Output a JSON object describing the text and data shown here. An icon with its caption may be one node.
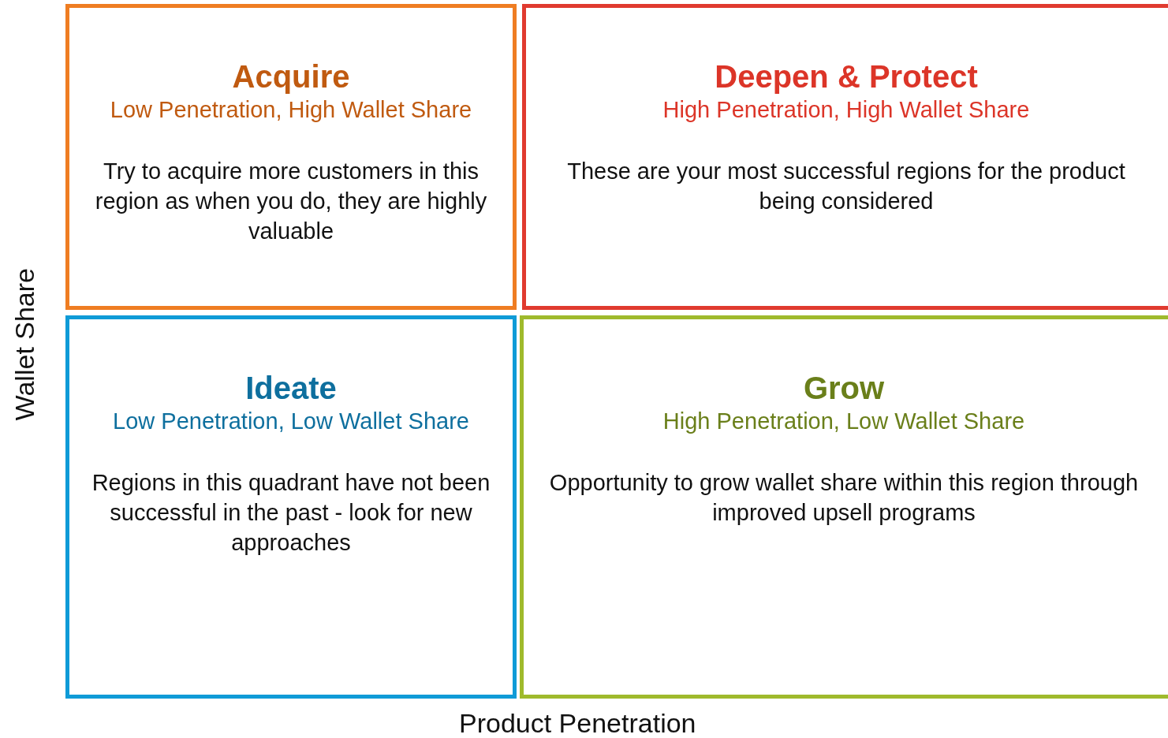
{
  "diagram": {
    "nodes": [
      {
        "text": [
          "Acquire",
          "Low Penetration, High Wallet Share",
          "Try to acquire more customers in this region as when you do, they are highly valuable"
        ]
      },
      {
        "text": [
          "Deepen & Protect",
          "High Penetration, High Wallet Share",
          "These are your most successful regions for the product being considered"
        ]
      },
      {
        "text": [
          "Ideate",
          "Low Penetration, Low Wallet Share",
          "Regions in this quadrant have not been successful in the past - look for new approaches"
        ]
      },
      {
        "text": [
          "Grow",
          "High Penetration, Low Wallet Share",
          "Opportunity to grow wallet share within this region through improved upsell programs"
        ]
      }
    ],
    "labels": [
      "Wallet Share",
      "Product Penetration"
    ]
  }
}
